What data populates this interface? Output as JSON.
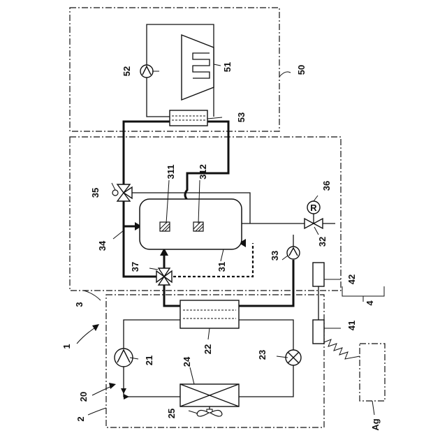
{
  "labels": {
    "system": "1",
    "heat_pump_unit": "2",
    "refrigerant_circuit": "20",
    "compressor": "21",
    "heat_exchanger": "22",
    "expansion_valve": "23",
    "air_heat_exchanger": "24",
    "fan": "25",
    "tank_unit": "3",
    "tank": "31",
    "tank_sensor_lower": "311",
    "tank_sensor_upper": "312",
    "supply_valve": "32",
    "pump": "33",
    "pipe": "34",
    "three_way_valve_upper": "35",
    "pressure_reducer": "36",
    "three_way_valve_lower": "37",
    "controller": "4",
    "controller_lower": "41",
    "controller_upper": "42",
    "heating_unit": "50",
    "radiator": "51",
    "heating_pump": "52",
    "heating_exchanger": "53",
    "remote": "Ag"
  },
  "icons": {
    "pressure_reducer_mark": "R"
  }
}
